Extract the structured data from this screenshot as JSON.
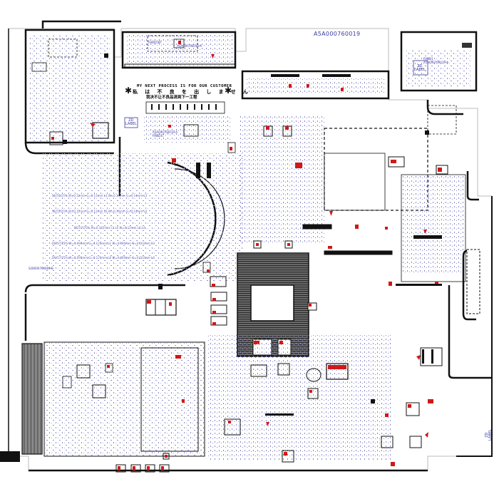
{
  "board_id": "A5A000760019",
  "customer_notice": {
    "line1": "MY NEXT PROCESS IS FOR OUR CUSTOMER",
    "line2": "私 は 不 良 を 出 し ま せ ん",
    "line3": "我决不让不良品流到下一工程"
  },
  "zd_labels": [
    {
      "line1": "ZD",
      "line2": "LABEL"
    },
    {
      "line1": "ZD",
      "line2": "LABEL"
    },
    {
      "line1": "ZD",
      "line2": "LABEL"
    }
  ],
  "small_labels": {
    "left_code": "A5A000760019-A",
    "left_code2": "FHBD1T",
    "right_code": "FHBD5BT",
    "right_code2": "A5A000760019-A",
    "top_code": "FHBD1",
    "top_code2": "A5A000760019-A",
    "side_code": "S2B000760009-B"
  },
  "impedance_notes": [
    "SE/55/25% W=0.12mm G=0.12mm L1 W=0.14mm G=0.14mm L3",
    "SE/55/25% W=0.12mm G=0.12mm L6 W=0.14mm G=0.14mm L4",
    "DE/57/25% W=0.125mm L1 L6 W=0.12mm L3 L4",
    "DE/57/25% W=0.090mm G=0.125mm L1 W=0.090mm G=0.102mm L3",
    "DE/57/25% W=0.090mm G=0.125mm L6 W=0.090mm G=0.102mm L4"
  ],
  "colors": {
    "outline": "#111111",
    "silkscreen": "#3a3aa0",
    "marker": "#d01818",
    "fine": "#7a7ac0",
    "text_blue": "#3a3aa0"
  }
}
